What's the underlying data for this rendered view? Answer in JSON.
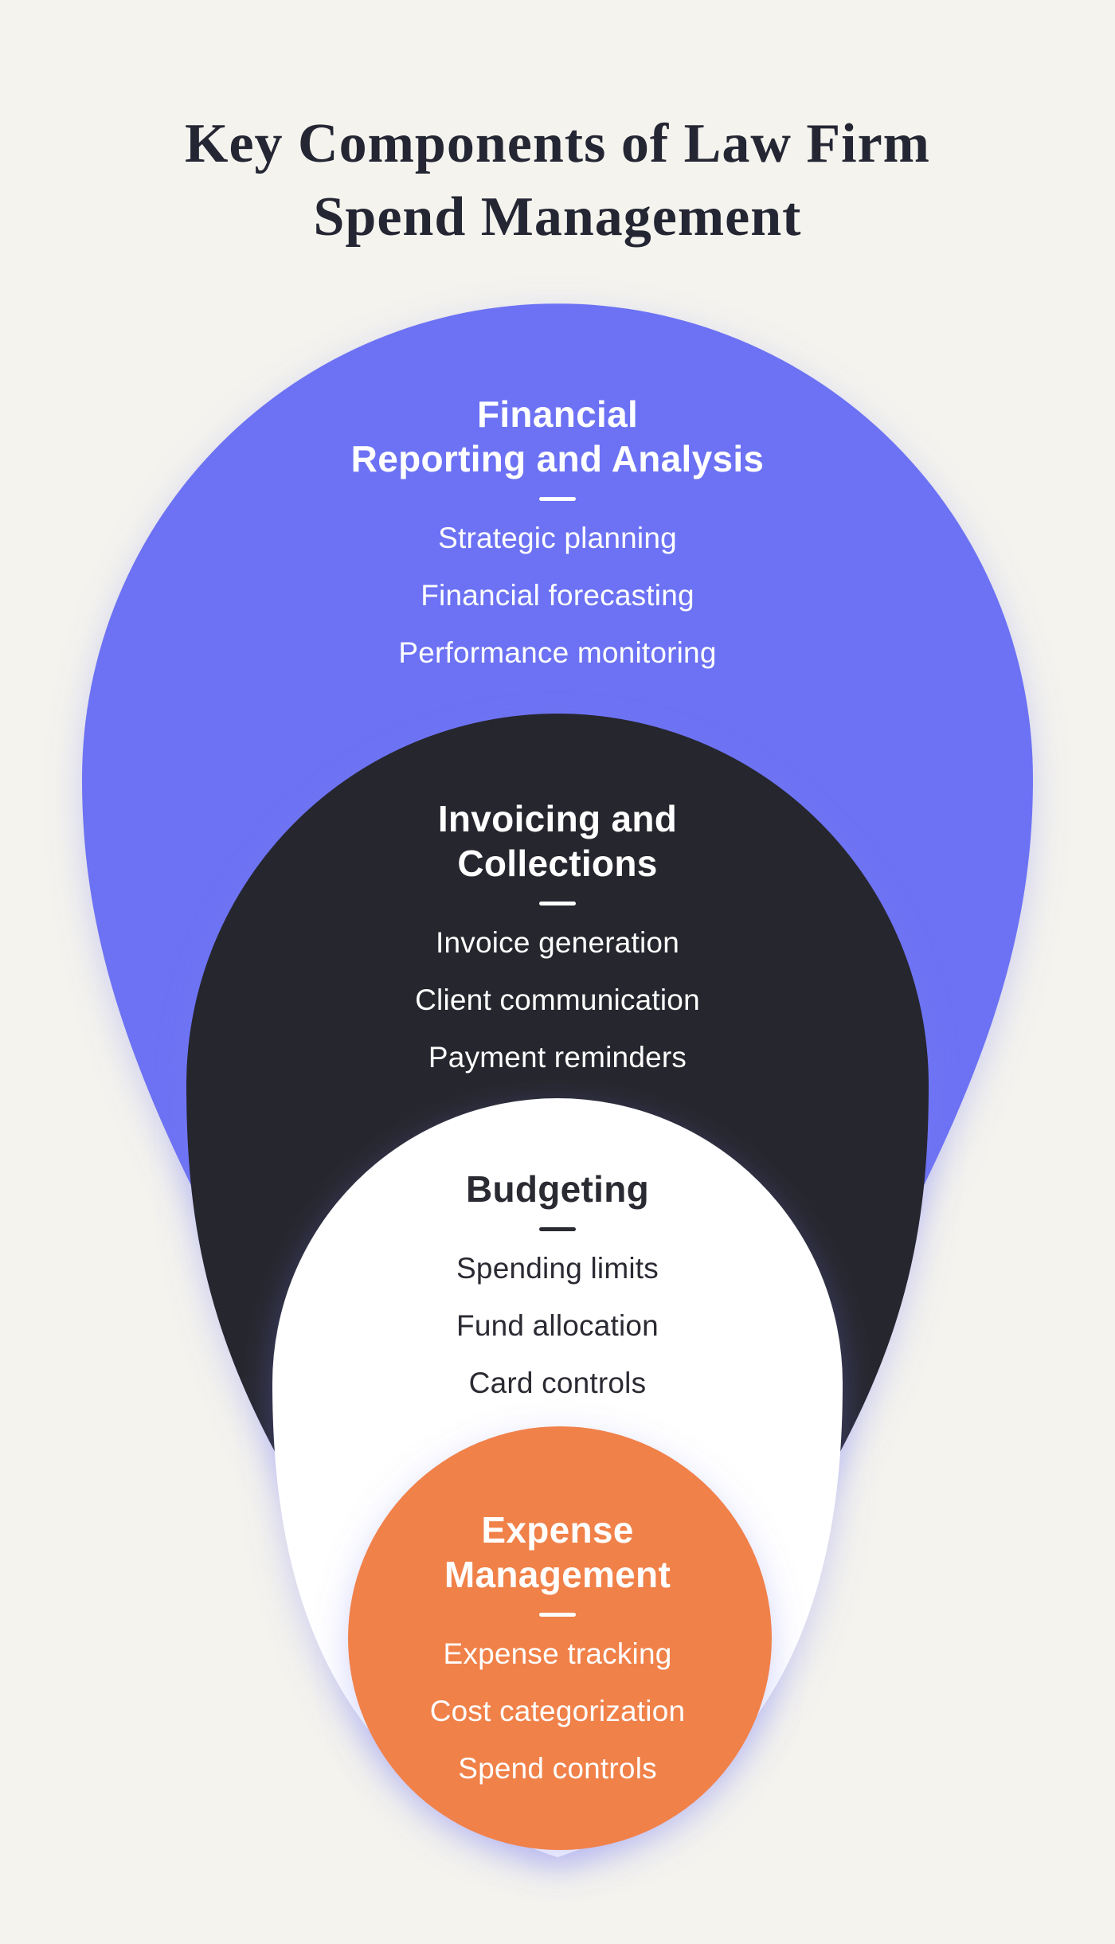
{
  "page": {
    "title": "Key Components of Law Firm\nSpend Management"
  },
  "colors": {
    "background": "#F4F3EE",
    "purple": "#6C72F3",
    "dark_navy": "#26262E",
    "white": "#FFFFFF",
    "orange": "#F0814A",
    "title_text": "#242633",
    "shadow": "#7B7FF2"
  },
  "sections": [
    {
      "name": "financial-reporting-and-analysis",
      "title": "Financial\nReporting and Analysis",
      "items": [
        "Strategic planning",
        "Financial forecasting",
        "Performance monitoring"
      ]
    },
    {
      "name": "invoicing-and-collections",
      "title": "Invoicing and\nCollections",
      "items": [
        "Invoice generation",
        "Client communication",
        "Payment reminders"
      ]
    },
    {
      "name": "budgeting",
      "title": "Budgeting",
      "items": [
        "Spending limits",
        "Fund allocation",
        "Card controls"
      ]
    },
    {
      "name": "expense-management",
      "title": "Expense\nManagement",
      "items": [
        "Expense tracking",
        "Cost categorization",
        "Spend controls"
      ]
    }
  ]
}
